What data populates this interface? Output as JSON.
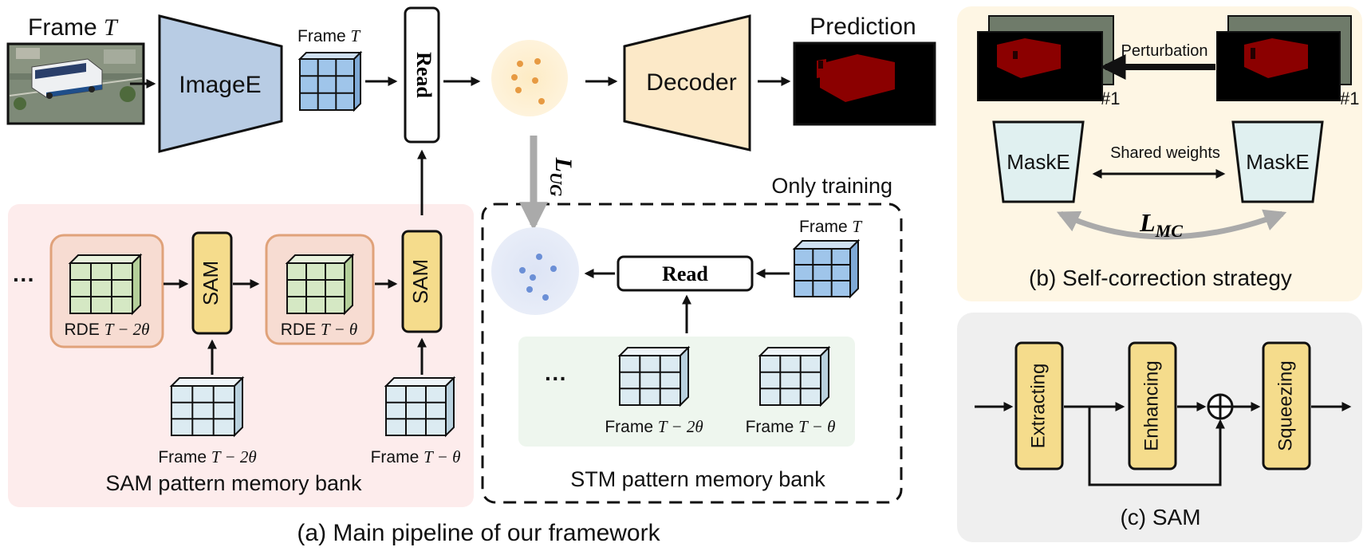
{
  "main_pipeline": {
    "frame_input_label_prefix": "Frame ",
    "frame_input_label_var": "T",
    "image_encoder_label": "ImageE",
    "feature_frame_label_prefix": "Frame ",
    "feature_frame_label_var": "T",
    "read_label": "Read",
    "decoder_label": "Decoder",
    "prediction_label": "Prediction",
    "loss_ug_main": "L",
    "loss_ug_sub": "UG",
    "only_training_label": "Only training",
    "caption": "(a) Main pipeline of our framework"
  },
  "sam_memory_bank": {
    "ellipsis": "···",
    "sam_label": "SAM",
    "rde_1_prefix": "RDE ",
    "rde_1_var": "T − 2θ",
    "rde_2_prefix": "RDE ",
    "rde_2_var": "T − θ",
    "frame_1_prefix": "Frame ",
    "frame_1_var": "T − 2θ",
    "frame_2_prefix": "Frame ",
    "frame_2_var": "T − θ",
    "title": "SAM pattern memory bank"
  },
  "stm_memory_bank": {
    "ellipsis": "···",
    "read_label": "Read",
    "frame_top_prefix": "Frame ",
    "frame_top_var": "T",
    "frame_1_prefix": "Frame ",
    "frame_1_var": "T − 2θ",
    "frame_2_prefix": "Frame ",
    "frame_2_var": "T − θ",
    "title": "STM pattern memory bank"
  },
  "self_correction": {
    "perturbation_label": "Perturbation",
    "tag_left": "#1",
    "tag_right": "#1",
    "mask_encoder_label": "MaskE",
    "shared_weights_label": "Shared weights",
    "loss_mc_main": "L",
    "loss_mc_sub": "MC",
    "caption": "(b) Self-correction strategy"
  },
  "sam_module": {
    "extracting_label": "Extracting",
    "enhancing_label": "Enhancing",
    "squeezing_label": "Squeezing",
    "caption": "(c) SAM"
  },
  "colors": {
    "image_encoder": "#b8cce4",
    "decoder": "#fce9c8",
    "sam_block": "#f5dc8c",
    "sam_bank_bg": "#fdecec",
    "rde_box": "#f7dcd2",
    "rde_cube": "#d5e8c4",
    "feature_cube": "#9fc5ea",
    "memory_cube": "#dcebf2",
    "self_correction_bg": "#fef6e4",
    "mask_encoder": "#e0f0f0",
    "sam_panel_bg": "#efefef",
    "prediction_mask": "#8b0000"
  }
}
